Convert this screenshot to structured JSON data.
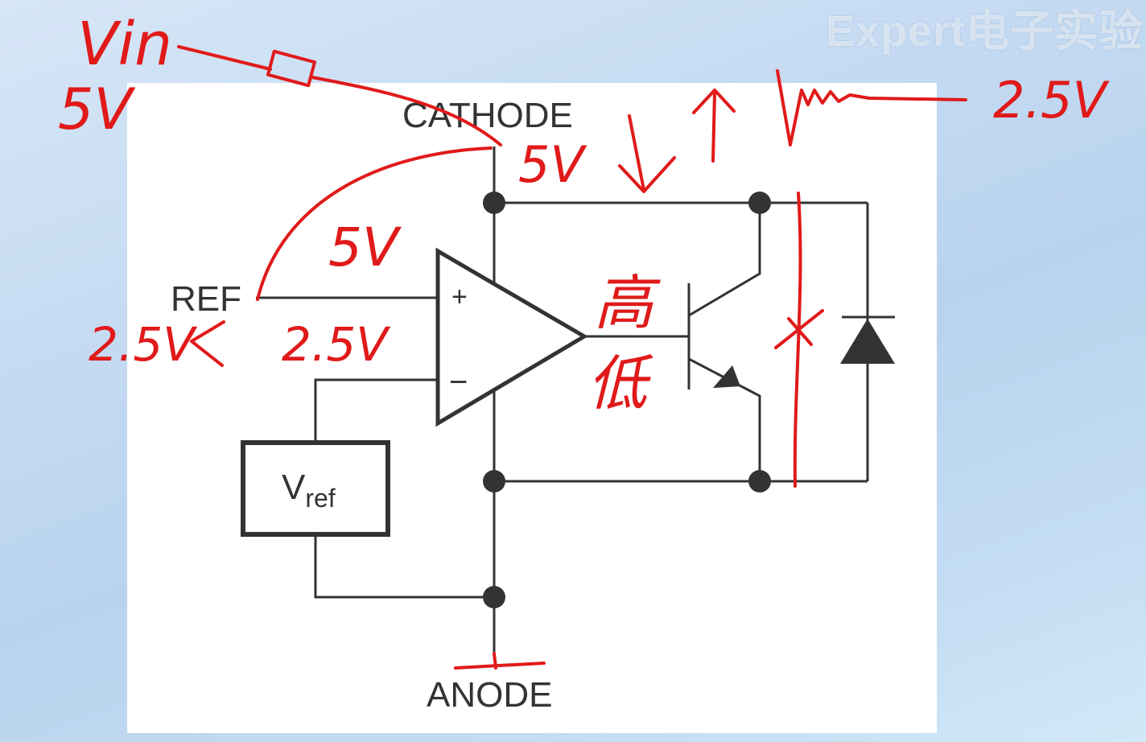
{
  "watermark": "Expert电子实验",
  "pins": {
    "cathode": "CATHODE",
    "ref": "REF",
    "anode": "ANODE"
  },
  "opamp": {
    "plus": "+",
    "minus": "−"
  },
  "vref": {
    "main": "V",
    "sub": "ref"
  },
  "annotations": {
    "vin": "Vin",
    "vin_value": "5V",
    "cathode_voltage": "5V",
    "plus_input_voltage": "5V",
    "ref_voltage": "2.5V",
    "ref_input_voltage": "2.5V",
    "out_high": "高",
    "out_low": "低",
    "output_voltage": "2.5V"
  },
  "colors": {
    "ink": "#e01a1a",
    "wire": "#333333"
  }
}
